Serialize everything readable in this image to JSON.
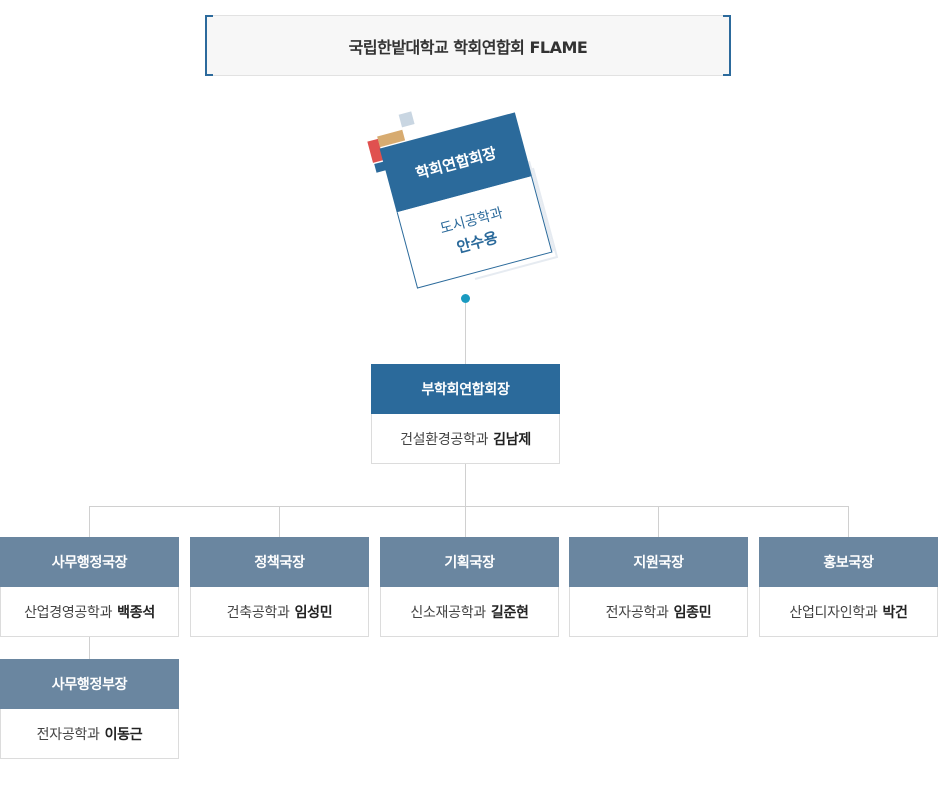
{
  "header": {
    "title": "국립한밭대학교 학회연합회 FLAME"
  },
  "president": {
    "role": "학회연합회장",
    "dept": "도시공학과",
    "name": "안수용"
  },
  "vice": {
    "role": "부학회연합회장",
    "dept": "건설환경공학과",
    "name": "김남제"
  },
  "directors": [
    {
      "role": "사무행정국장",
      "dept": "산업경영공학과",
      "name": "백종석"
    },
    {
      "role": "정책국장",
      "dept": "건축공학과",
      "name": "임성민"
    },
    {
      "role": "기획국장",
      "dept": "신소재공학과",
      "name": "길준현"
    },
    {
      "role": "지원국장",
      "dept": "전자공학과",
      "name": "임종민"
    },
    {
      "role": "홍보국장",
      "dept": "산업디자인학과",
      "name": "박건"
    }
  ],
  "sub": {
    "role": "사무행정부장",
    "dept": "전자공학과",
    "name": "이동근"
  },
  "colors": {
    "primary": "#2b6a9b",
    "secondary": "#6a86a0",
    "accent_red": "#e0514f",
    "accent_tan": "#d7ab70",
    "accent_teal": "#1a9ac0",
    "accent_light": "#c9d6e2"
  }
}
